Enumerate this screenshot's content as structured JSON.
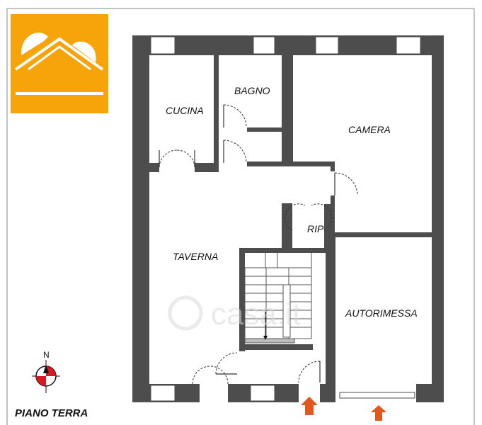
{
  "title": "PIANO TERRA",
  "compass_label": "N",
  "watermark": "casa.it",
  "rooms": {
    "cucina": "CUCINA",
    "bagno": "BAGNO",
    "camera": "CAMERA",
    "taverna": "TAVERNA",
    "rip": "RIP",
    "autorimessa": "AUTORIMESSA"
  },
  "colors": {
    "logo_orange": "#f7a30a",
    "wall": "#4d4d4d",
    "arrow": "#e2571e",
    "compass_red": "#d71920"
  },
  "icons": [
    "logo-house-icon",
    "compass-icon",
    "entrance-arrow-icon",
    "garage-arrow-icon"
  ]
}
